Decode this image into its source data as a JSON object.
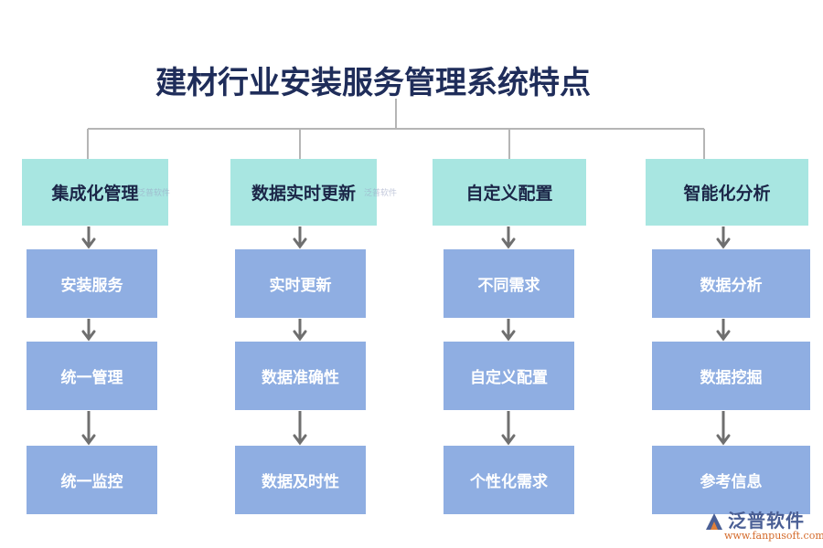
{
  "title": "建材行业安装服务管理系统特点",
  "columns": [
    {
      "header": "集成化管理",
      "items": [
        "安装服务",
        "统一管理",
        "统一监控"
      ]
    },
    {
      "header": "数据实时更新",
      "items": [
        "实时更新",
        "数据准确性",
        "数据及时性"
      ]
    },
    {
      "header": "自定义配置",
      "items": [
        "不同需求",
        "自定义配置",
        "个性化需求"
      ]
    },
    {
      "header": "智能化分析",
      "items": [
        "数据分析",
        "数据挖掘",
        "参考信息"
      ]
    }
  ],
  "watermark": {
    "brand": "泛普软件",
    "url": "www.fanpusoft.com"
  },
  "colors": {
    "title": "#1f2d5a",
    "header_fill": "#a8e6e1",
    "item_fill": "#8faee2",
    "connector": "#b5b5b5",
    "arrow": "#6f6f6f"
  }
}
